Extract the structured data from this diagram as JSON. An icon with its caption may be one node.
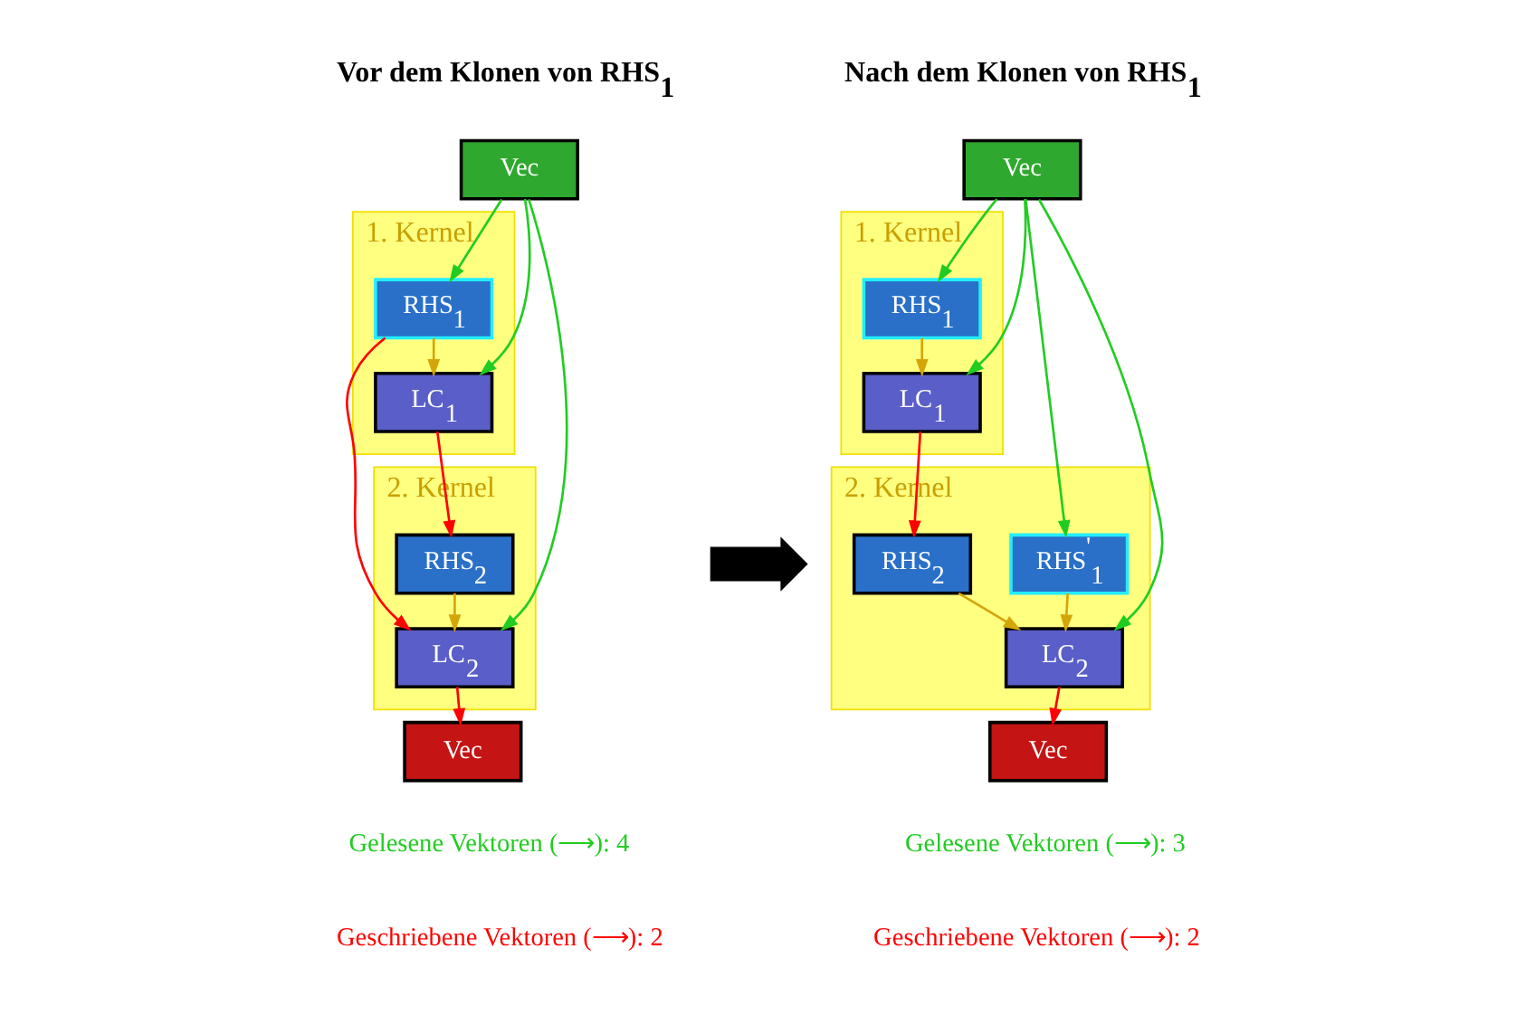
{
  "diagram": {
    "nodes": [
      {
        "text": [
          "Vec"
        ]
      },
      {
        "text": [
          "1. Kernel"
        ]
      },
      {
        "text": [
          "RHS$_{1}$"
        ],
        "in": 1
      },
      {
        "text": [
          "LC$_{1}$"
        ],
        "in": 1
      },
      {
        "text": [
          "2. Kernel"
        ]
      },
      {
        "text": [
          "RHS$_{2}$"
        ],
        "in": 4
      },
      {
        "text": [
          "LC$_{2}$"
        ],
        "in": 4
      },
      {
        "text": [
          "Vec"
        ]
      },
      {
        "text": [
          "Vec"
        ]
      },
      {
        "text": [
          "1. Kernel"
        ]
      },
      {
        "text": [
          "RHS$_{1}$"
        ],
        "in": 9
      },
      {
        "text": [
          "LC$_{1}$"
        ],
        "in": 9
      },
      {
        "text": [
          "2. Kernel"
        ]
      },
      {
        "text": [
          "RHS$_{2}$"
        ],
        "in": 12
      },
      {
        "text": [
          "RHS$^{'}$$_{1}$"
        ],
        "in": 12
      },
      {
        "text": [
          "LC$_{2}$"
        ],
        "in": 12
      },
      {
        "text": [
          "Vec"
        ]
      },
      {
        "text": [],
        "shape": "arrow"
      }
    ],
    "edges": [
      {
        "from": 0,
        "to": 2,
        "arrow": "to",
        "color": "#22cc22"
      },
      {
        "from": 0,
        "to": 3,
        "arrow": "to",
        "color": "#22cc22"
      },
      {
        "from": 0,
        "to": 6,
        "arrow": "to",
        "color": "#22cc22"
      },
      {
        "from": 2,
        "to": 3,
        "arrow": "to",
        "color": "#d4a60a"
      },
      {
        "from": 2,
        "to": 6,
        "arrow": "to",
        "color": "#ff0000"
      },
      {
        "from": 3,
        "to": 5,
        "arrow": "to",
        "color": "#ff0000"
      },
      {
        "from": 5,
        "to": 6,
        "arrow": "to",
        "color": "#d4a60a"
      },
      {
        "from": 6,
        "to": 7,
        "arrow": "to",
        "color": "#ff0000"
      },
      {
        "from": 8,
        "to": 10,
        "arrow": "to",
        "color": "#22cc22"
      },
      {
        "from": 8,
        "to": 11,
        "arrow": "to",
        "color": "#22cc22"
      },
      {
        "from": 8,
        "to": 14,
        "arrow": "to",
        "color": "#22cc22"
      },
      {
        "from": 8,
        "to": 15,
        "arrow": "to",
        "color": "#22cc22"
      },
      {
        "from": 10,
        "to": 11,
        "arrow": "to",
        "color": "#d4a60a"
      },
      {
        "from": 11,
        "to": 13,
        "arrow": "to",
        "color": "#ff0000"
      },
      {
        "from": 13,
        "to": 15,
        "arrow": "to",
        "color": "#d4a60a"
      },
      {
        "from": 14,
        "to": 15,
        "arrow": "to",
        "color": "#d4a60a"
      },
      {
        "from": 15,
        "to": 16,
        "arrow": "to",
        "color": "#ff0000"
      }
    ],
    "labels": [
      "Vor dem Klonen von RHS$_{1}$",
      "Nach dem Klonen von RHS$_{1}$"
    ],
    "legend": [
      {
        "text": "Gelesene Vektoren (⟶): 4",
        "color": "#22cc22"
      },
      {
        "text": "Geschriebene Vektoren (⟶): 2",
        "color": "#ff0000"
      },
      {
        "text": "Gelesene Vektoren (⟶): 3",
        "color": "#22cc22"
      },
      {
        "text": "Geschriebene Vektoren (⟶): 2",
        "color": "#ff0000"
      }
    ]
  }
}
